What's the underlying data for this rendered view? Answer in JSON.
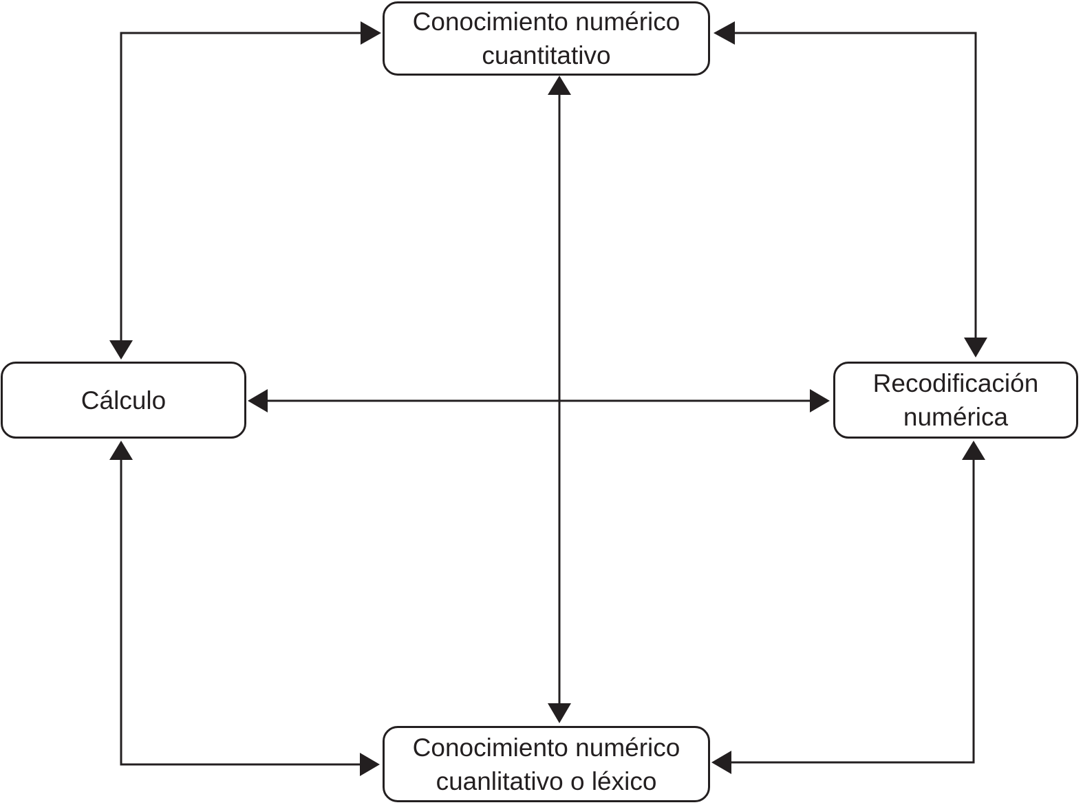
{
  "diagram": {
    "line_color": "#231f20",
    "background": "#ffffff",
    "nodes": {
      "top": {
        "line1": "Conocimiento numérico",
        "line2": "cuantitativo"
      },
      "left": {
        "line1": "Cálculo"
      },
      "right": {
        "line1": "Recodificación",
        "line2": "numérica"
      },
      "bottom": {
        "line1": "Conocimiento numérico",
        "line2": "cuanlitativo o léxico"
      }
    },
    "connections": [
      {
        "from": "left",
        "to": "top",
        "arrows": "both"
      },
      {
        "from": "top",
        "to": "right",
        "arrows": "both"
      },
      {
        "from": "left",
        "to": "bottom",
        "arrows": "both"
      },
      {
        "from": "bottom",
        "to": "right",
        "arrows": "both"
      },
      {
        "from": "top",
        "to": "bottom",
        "arrows": "both"
      },
      {
        "from": "left",
        "to": "right",
        "arrows": "both"
      }
    ]
  }
}
